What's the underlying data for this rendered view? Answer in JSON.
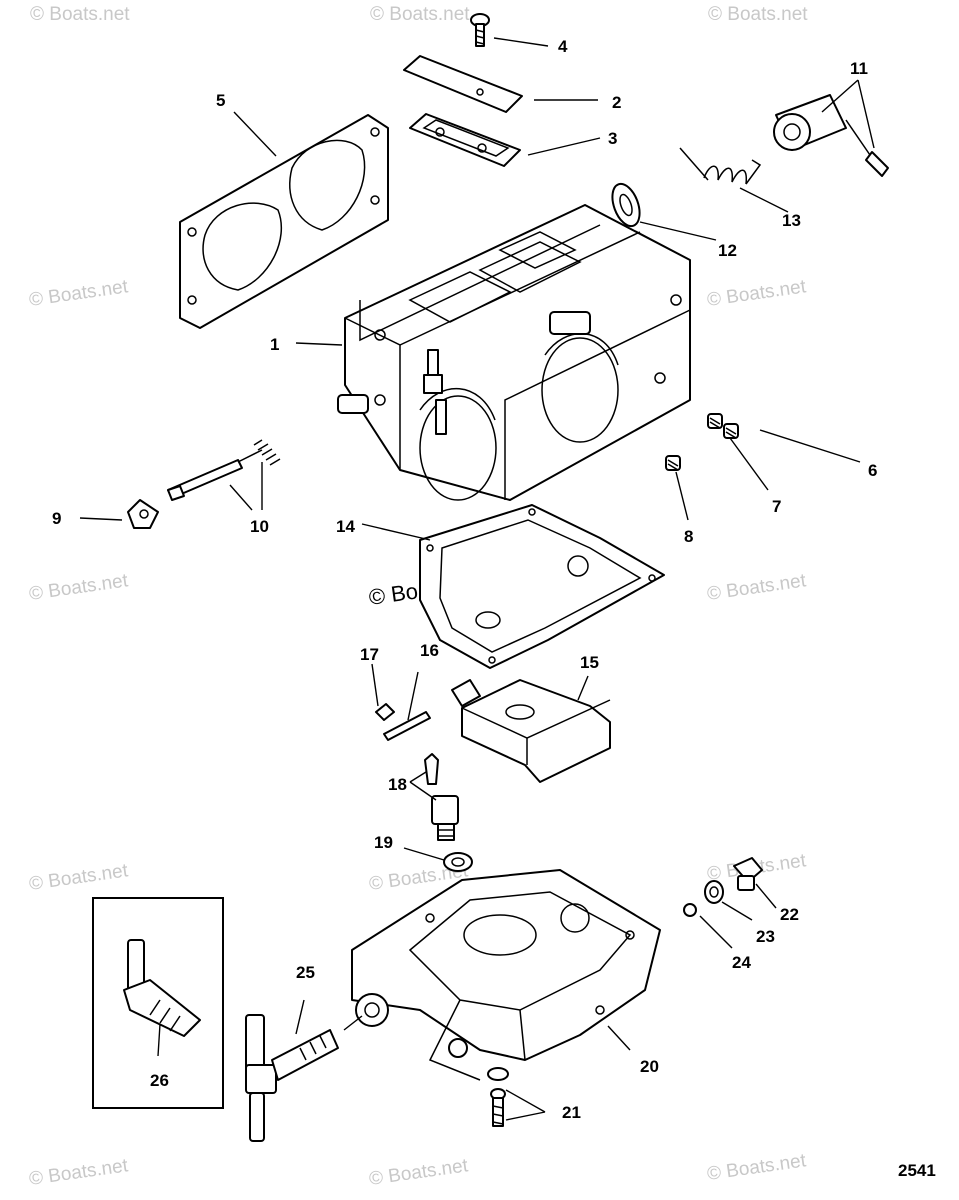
{
  "watermark": "© Boats.net",
  "drawing_number": "2541",
  "callouts": [
    "1",
    "2",
    "3",
    "4",
    "5",
    "6",
    "7",
    "8",
    "9",
    "10",
    "11",
    "12",
    "13",
    "14",
    "15",
    "16",
    "17",
    "18",
    "19",
    "20",
    "21",
    "22",
    "23",
    "24",
    "25",
    "26"
  ]
}
